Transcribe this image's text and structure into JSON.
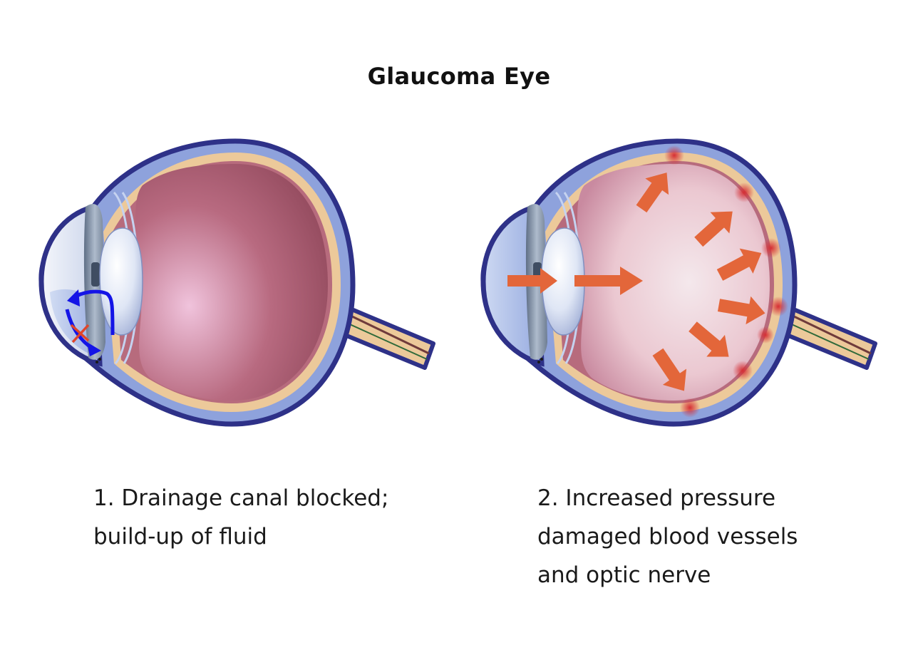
{
  "title": "Glaucoma Eye",
  "panels": [
    {
      "caption_lines": [
        "1. Drainage canal blocked;",
        "build-up of fluid"
      ]
    },
    {
      "caption_lines": [
        "2. Increased pressure",
        "damaged blood vessels",
        "and optic nerve"
      ]
    }
  ],
  "colors": {
    "outline": "#2e3188",
    "sclera_band": "#8ea2dc",
    "choroid": "#ecc99a",
    "vitreous_normal": "#a8566a",
    "vitreous_pressure": "#e9c2cc",
    "flow_arrow": "#1414e6",
    "pressure_arrow": "#e3663a",
    "blocked_mark": "#e0452a",
    "damage_spot": "#d83838"
  },
  "icons": [
    "fluid-flow-arrow-icon",
    "blocked-x-icon",
    "pressure-arrow-icon",
    "damage-spot-icon"
  ]
}
